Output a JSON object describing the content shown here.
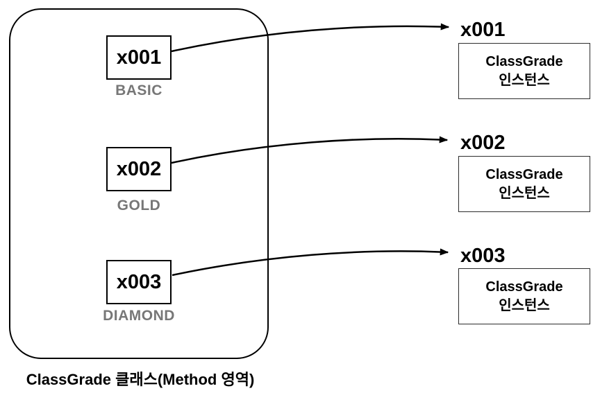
{
  "caption": "ClassGrade 클래스(Method 영역)",
  "class_region": {
    "slots": [
      {
        "ref": "x001",
        "grade": "BASIC"
      },
      {
        "ref": "x002",
        "grade": "GOLD"
      },
      {
        "ref": "x003",
        "grade": "DIAMOND"
      }
    ]
  },
  "instances": [
    {
      "ref": "x001",
      "name": "ClassGrade",
      "type": "인스턴스"
    },
    {
      "ref": "x002",
      "name": "ClassGrade",
      "type": "인스턴스"
    },
    {
      "ref": "x003",
      "name": "ClassGrade",
      "type": "인스턴스"
    }
  ],
  "colors": {
    "line": "#000000",
    "grade_label": "#777777",
    "instance_border": "#2b2b2b",
    "background": "#ffffff"
  }
}
